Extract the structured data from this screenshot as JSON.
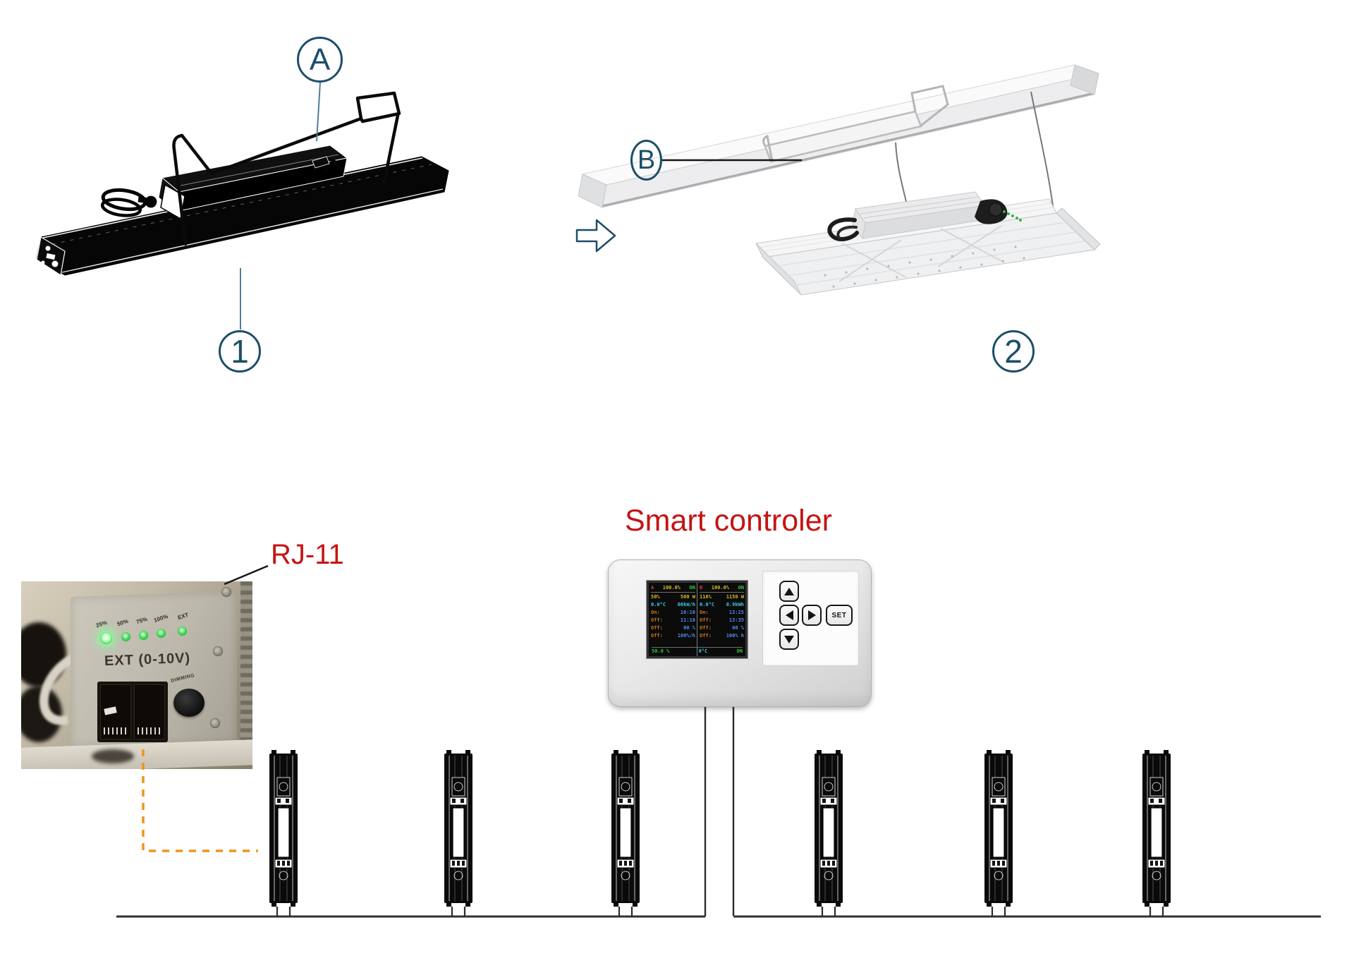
{
  "diagram": {
    "callouts": {
      "a": "A",
      "b": "B",
      "step1": "1",
      "step2": "2"
    }
  },
  "bottom": {
    "controller_title": "Smart controler",
    "rj11_label": "RJ-11"
  },
  "photo": {
    "led_labels": [
      "25%",
      "50%",
      "75%",
      "100%",
      "EXT"
    ],
    "ext_port_label": "EXT (0-10V)",
    "dimming_label": "DIMMING"
  },
  "controller": {
    "set_label": "SET",
    "screen": {
      "columns": [
        {
          "ch": "A",
          "pct": "100.0%",
          "state": "ON",
          "rows": [
            {
              "l": "50%",
              "r": "500 W"
            },
            {
              "l": "0.0°C",
              "r": "00kW/h"
            },
            {
              "l": "On:",
              "r": "16:10"
            },
            {
              "l": "Off:",
              "r": "11:10"
            },
            {
              "l": "Off:",
              "r": "00 %"
            },
            {
              "l": "Off:",
              "r": "100%/h"
            }
          ]
        },
        {
          "ch": "B",
          "pct": "100.0%",
          "state": "ON",
          "rows": [
            {
              "l": "116%",
              "r": "1150 W"
            },
            {
              "l": "0.0°C",
              "r": "0.9kWh"
            },
            {
              "l": "On:",
              "r": "13:25"
            },
            {
              "l": "Off:",
              "r": "13:35"
            },
            {
              "l": "Off:",
              "r": "00 %"
            },
            {
              "l": "Off:",
              "r": "100% h"
            }
          ]
        }
      ],
      "footer": {
        "left": "50.0 %",
        "mid": "0°C",
        "right": "ON"
      }
    }
  },
  "colors": {
    "callout_blue": "#1d4e68",
    "label_red": "#c41414",
    "dashed_orange": "#f0941f"
  }
}
